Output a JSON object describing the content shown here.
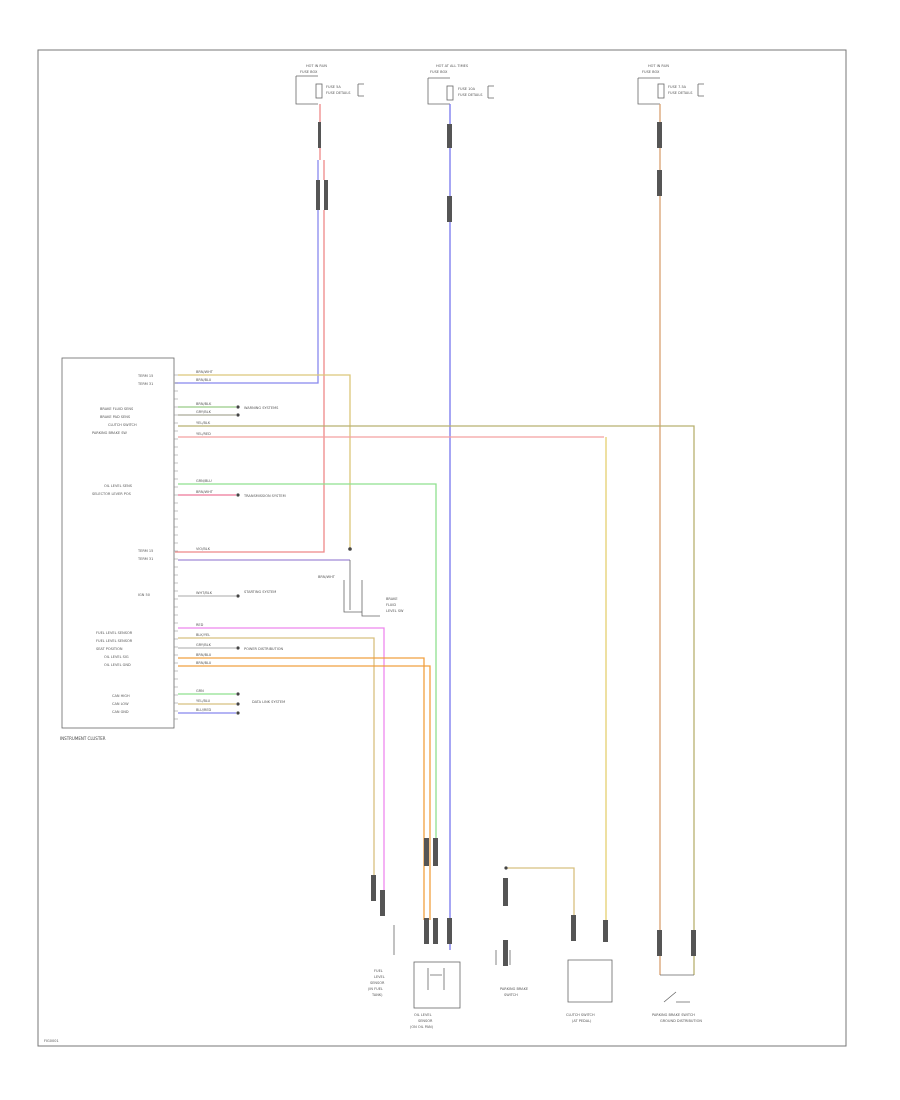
{
  "diagram": {
    "cluster_name": "INSTRUMENT CLUSTER",
    "page_code": "FIG0001",
    "pin_labels": [
      "TERM 15",
      "TERM 31",
      "BRAKE FLUID SENS",
      "BRAKE PAD SENS",
      "CLUTCH SWITCH",
      "PARKING BRAKE SW",
      "OIL LEVEL SENS",
      "SELECTOR LEVER POS",
      "TERM 15",
      "TERM 31",
      "IGN 50",
      "FUEL LEVEL SENSOR",
      "FUEL LEVEL SENSOR",
      "SEAT POSITION",
      "OIL LEVEL SIG",
      "OIL LEVEL GND",
      "CAN HIGH",
      "CAN LOW",
      "CAN GND"
    ],
    "wire_codes": [
      "BRN/WHT",
      "BRN/BLU",
      "BRN/BLK",
      "GRY/BLK",
      "YEL/BLK",
      "YEL/RED",
      "GRN/BLU",
      "BRN/WHT",
      "BRN/WHT",
      "VIO/BLK",
      "WHT/BLK",
      "RED",
      "BLK/YEL",
      "GRY/BLK",
      "BRN/BLU",
      "BRN/BLU",
      "GRN",
      "YEL/BLU",
      "BLU/RED"
    ],
    "ref_labels": {
      "warning": "WARNING SYSTEMS",
      "transmission": "TRANSMISSION SYSTEM",
      "starting": "STARTING SYSTEM",
      "power": "POWER DISTRIBUTION",
      "network": "DATA LINK SYSTEM",
      "ground": "GROUND DISTRIBUTION",
      "park_brake": "PARKING BRAKE SWITCH"
    },
    "fuse_boxes": [
      {
        "title": "HOT IN RUN",
        "sub": "FUSE BOX",
        "fuse": "FUSE 5A",
        "note": "FUSE DETAILS"
      },
      {
        "title": "HOT AT ALL TIMES",
        "sub": "FUSE BOX",
        "fuse": "FUSE 10A",
        "note": "FUSE DETAILS"
      },
      {
        "title": "HOT IN RUN",
        "sub": "FUSE BOX",
        "fuse": "FUSE 7.5A",
        "note": "FUSE DETAILS"
      }
    ],
    "components": {
      "fuel_sender": [
        "FUEL",
        "LEVEL",
        "SENSOR",
        "(IN FUEL",
        "TANK)"
      ],
      "oil_sensor": [
        "OIL LEVEL",
        "SENSOR",
        "(ON OIL PAN)"
      ],
      "brake_sw": [
        "BRAKE",
        "FLUID",
        "LEVEL SW"
      ],
      "park_sw": [
        "PARKING BRAKE",
        "SWITCH"
      ],
      "clutch_sw": [
        "CLUTCH SWITCH",
        "(AT PEDAL)"
      ]
    }
  }
}
